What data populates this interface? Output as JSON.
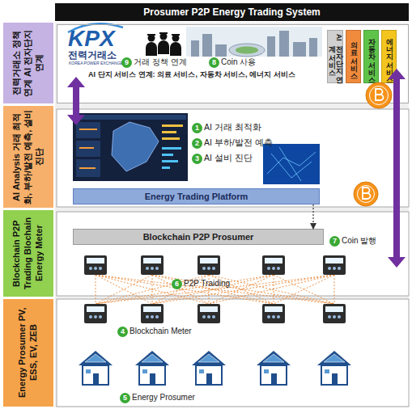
{
  "diagram": {
    "title": "Prosumer P2P Energy Trading System",
    "nodes": [
      {
        "text": [
          "전력거래소 정책 연계 AI 전자단지 연계"
        ]
      },
      {
        "text": [
          "AI 단지 서비스 연계: 의료 서비스, 자동차 서비스, 에너지 서비스"
        ]
      },
      {
        "text": [
          "AI전자단지 연계 서비스"
        ],
        "in": 1
      },
      {
        "text": [
          "의료 서비스"
        ],
        "in": 1
      },
      {
        "text": [
          "자동차 서비스"
        ],
        "in": 1
      },
      {
        "text": [
          "에너지 서비스"
        ],
        "in": 1
      },
      {
        "text": [
          "AI Analysis 거래 최적화, 부하/발전 예측, 설비 진단"
        ]
      },
      {
        "text": [
          "Energy Trading Platform"
        ]
      },
      {
        "text": [
          "Blockchain P2P Trading Blochain Energy Meter"
        ]
      },
      {
        "text": [
          "Blockchain P2P Prosumer"
        ]
      },
      {
        "text": [
          "Energy Prosumer PV, ESS, EV, ZEB"
        ]
      }
    ],
    "edges": [
      {
        "from": 7,
        "to": 9,
        "arrow": "to"
      }
    ],
    "labels": [
      "KPX",
      "전력거래소",
      "KOREA POWER EXCHANGE",
      "9",
      "거래 정책 연계",
      "8",
      "Coin 사용",
      "1",
      "AI 거래 최적화",
      "2",
      "AI 부하/발전 예측",
      "3",
      "AI 설비 진단",
      "7",
      "Coin 발행",
      "6",
      "P2P Traiding",
      "4",
      "Blockchain Meter",
      "5",
      "Energy Prosumer"
    ]
  }
}
